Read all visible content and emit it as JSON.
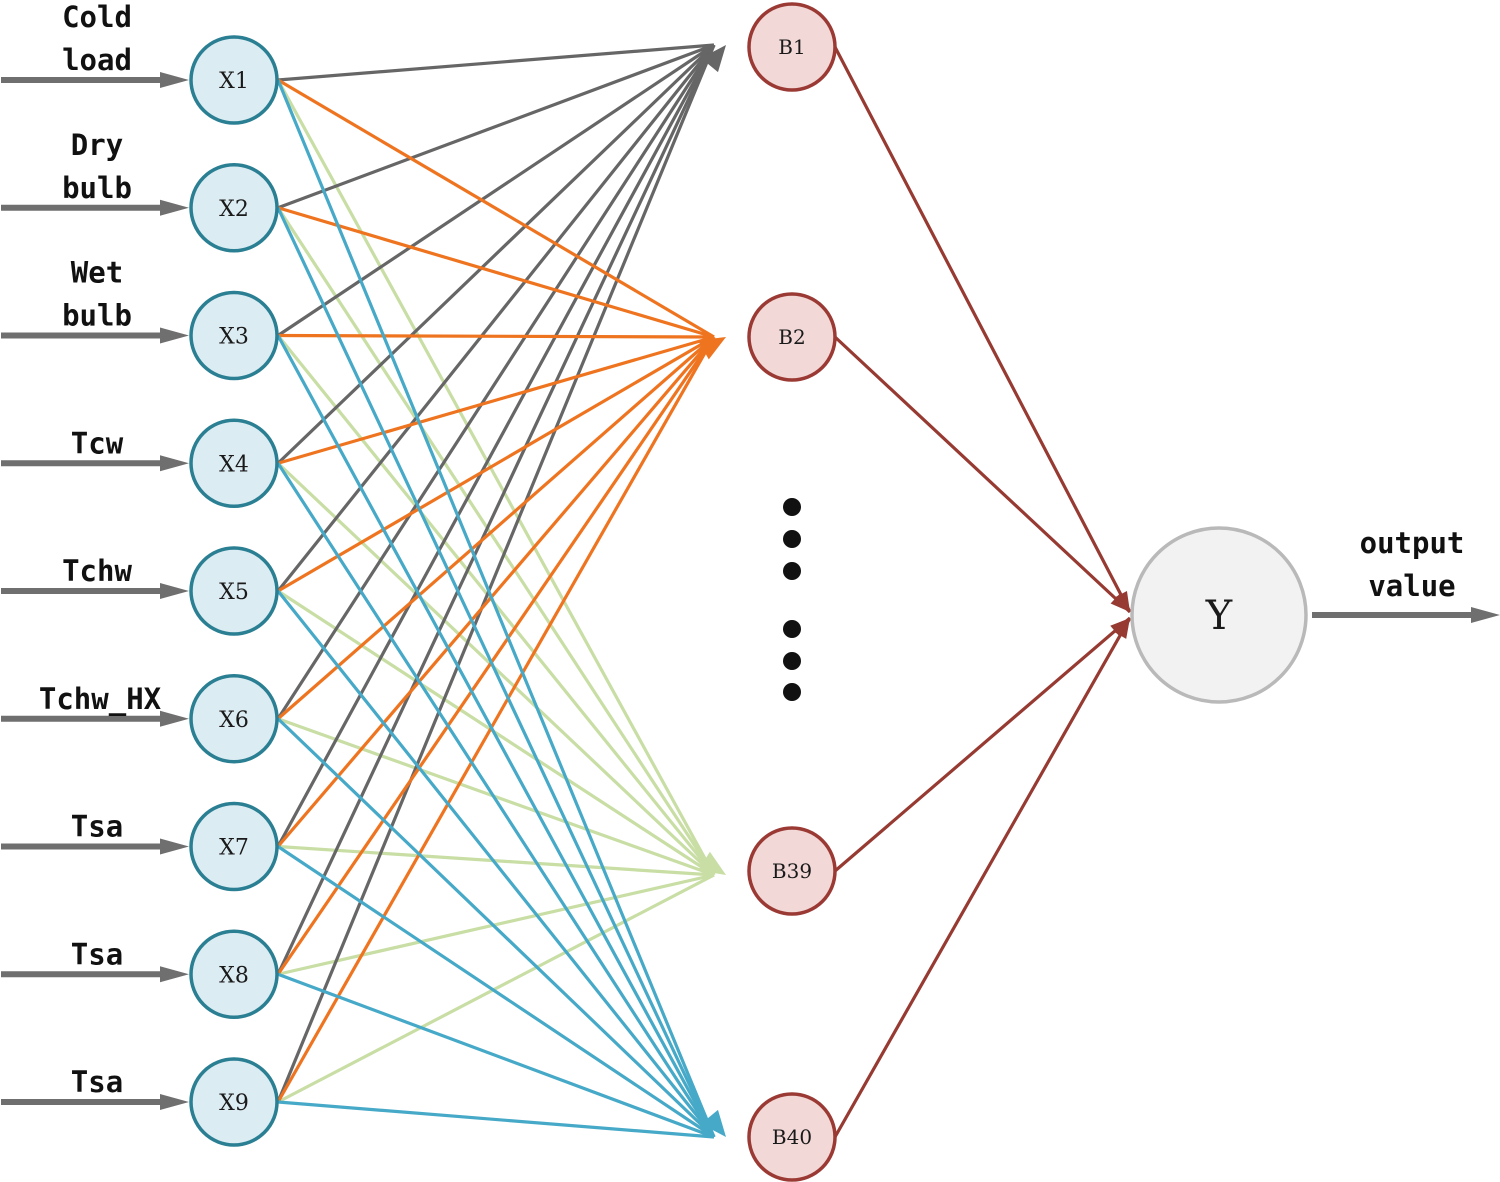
{
  "colors": {
    "input_node_fill": "#dcecf3",
    "input_node_stroke": "#2a7f93",
    "hidden_node_fill": "#f2d9d7",
    "hidden_node_stroke": "#9b3a34",
    "output_node_fill": "#f2f2f2",
    "output_node_stroke": "#b9b9b9",
    "arrow_gray": "#6f6f6f",
    "edge_to_b1": "#666666",
    "edge_to_b2": "#ef7420",
    "edge_to_b39": "#c8dea4",
    "edge_to_b40": "#46a9c8",
    "edge_hidden_to_output": "#963a32",
    "dots": "#111111"
  },
  "inputs": [
    {
      "id": "X1",
      "label_lines": [
        "Cold",
        "load"
      ]
    },
    {
      "id": "X2",
      "label_lines": [
        "Dry",
        "bulb"
      ]
    },
    {
      "id": "X3",
      "label_lines": [
        "Wet",
        "bulb"
      ]
    },
    {
      "id": "X4",
      "label_lines": [
        "Tcw"
      ]
    },
    {
      "id": "X5",
      "label_lines": [
        "Tchw"
      ]
    },
    {
      "id": "X6",
      "label_lines": [
        "Tchw_HX"
      ]
    },
    {
      "id": "X7",
      "label_lines": [
        "Tsa"
      ]
    },
    {
      "id": "X8",
      "label_lines": [
        "Tsa"
      ]
    },
    {
      "id": "X9",
      "label_lines": [
        "Tsa"
      ]
    }
  ],
  "hidden": [
    {
      "id": "B1"
    },
    {
      "id": "B2"
    },
    {
      "id": "B39"
    },
    {
      "id": "B40"
    }
  ],
  "output": {
    "id": "Y",
    "label_lines": [
      "output",
      "value"
    ]
  }
}
